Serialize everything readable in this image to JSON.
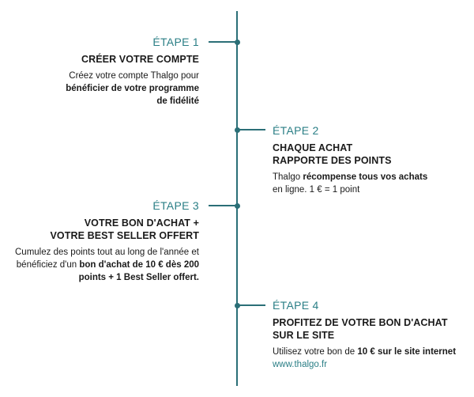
{
  "steps": [
    {
      "label": "ÉTAPE 1",
      "title": "CRÉER VOTRE COMPTE",
      "body_plain_1": "Créez votre compte Thalgo pour",
      "body_bold_1": "bénéficier de votre programme de fidélité"
    },
    {
      "label": "ÉTAPE 2",
      "title": "CHAQUE ACHAT\nRAPPORTE DES POINTS",
      "body_plain_1": "Thalgo ",
      "body_bold_1": "récompense tous vos achats",
      "body_plain_2": "en ligne. 1 € = 1 point"
    },
    {
      "label": "ÉTAPE 3",
      "title": "VOTRE BON D'ACHAT +\nVOTRE BEST SELLER OFFERT",
      "body_plain_1": "Cumulez des points tout au long de l'année et bénéficiez d'un ",
      "body_bold_1": "bon d'achat de 10 € dès 200 points + 1 Best Seller offert."
    },
    {
      "label": "ÉTAPE 4",
      "title": "PROFITEZ DE VOTRE BON D'ACHAT\nSUR LE SITE",
      "body_plain_1": "Utilisez votre bon de ",
      "body_bold_1": "10 € sur le site internet",
      "link": "www.thalgo.fr"
    }
  ],
  "colors": {
    "accent": "#2b7f86",
    "line": "#2b6f77",
    "text": "#1a1a1a"
  }
}
